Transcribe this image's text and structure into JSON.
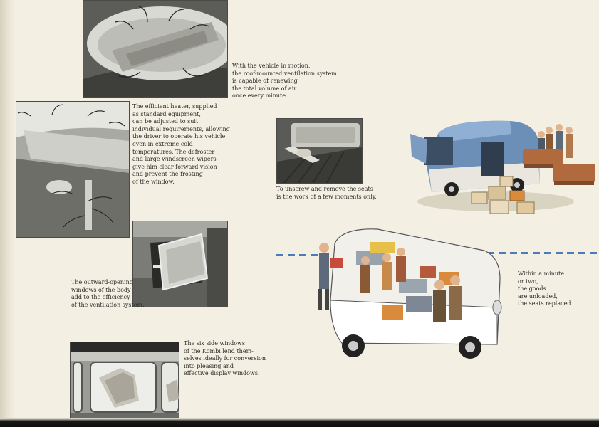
{
  "captions": {
    "roof": [
      "With the vehicle in motion,",
      "the roof-mounted ventilation system",
      "is capable of renewing",
      "the total volume of air",
      "once every minute."
    ],
    "heater": [
      "The efficient heater, supplied",
      "as standard equipment,",
      "can be adjusted to suit",
      "individual requirements, allowing",
      "the driver to operate his vehicle",
      "even in extreme cold",
      "temperatures. The defroster",
      "and large windscreen wipers",
      "give him clear forward vision",
      "and prevent the frosting",
      "of the window."
    ],
    "seats": [
      "To unscrew and remove the seats",
      "is the work of a few moments only."
    ],
    "windows": [
      "The outward-opening",
      "windows of the body",
      "add to the efficiency",
      "of the ventilation system."
    ],
    "minute": [
      "Within a minute",
      "or two,",
      "the goods",
      "are unloaded,",
      "the seats replaced."
    ],
    "side": [
      "The six side windows",
      "of the Kombi lend them-",
      "selves ideally for conversion",
      "into pleasing and",
      "effective display windows."
    ]
  },
  "colors": {
    "paper": "#f3efe3",
    "van_blue": "#6c8fb8",
    "dash_blue": "#4b7bbd",
    "crate_orange": "#d98a3a",
    "photo_gray": "#8e8e8b"
  }
}
